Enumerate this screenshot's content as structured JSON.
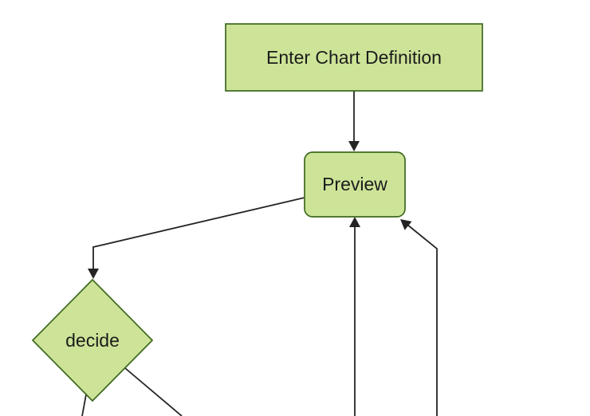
{
  "app": {
    "kind": "flowchart-diagram-preview",
    "background": "#ffffff"
  },
  "diagram": {
    "type": "flowchart",
    "orientation": "top-down",
    "theme": {
      "node_fill": "#cde498",
      "node_stroke": "#3e691e",
      "edge_color": "#242424",
      "arrowhead_color": "#242424",
      "label_color": "#1c1c1c"
    },
    "nodes": [
      {
        "id": "enter-chart-definition",
        "label": "Enter Chart Definition",
        "shape": "rectangle"
      },
      {
        "id": "preview",
        "label": "Preview",
        "shape": "rounded-rectangle"
      },
      {
        "id": "decide",
        "label": "decide",
        "shape": "diamond"
      }
    ],
    "edges": [
      {
        "from": "enter-chart-definition",
        "to": "preview",
        "arrow": true
      },
      {
        "from": "preview",
        "to": "decide",
        "arrow": true
      },
      {
        "from": "offscreen-bottom",
        "to": "preview",
        "arrow": true
      },
      {
        "from": "offscreen-bottom-right",
        "to": "preview",
        "arrow": true
      },
      {
        "from": "decide",
        "to": "offscreen-bottom-left",
        "arrow": false
      },
      {
        "from": "decide",
        "to": "offscreen-bottom-right",
        "arrow": false
      }
    ]
  }
}
